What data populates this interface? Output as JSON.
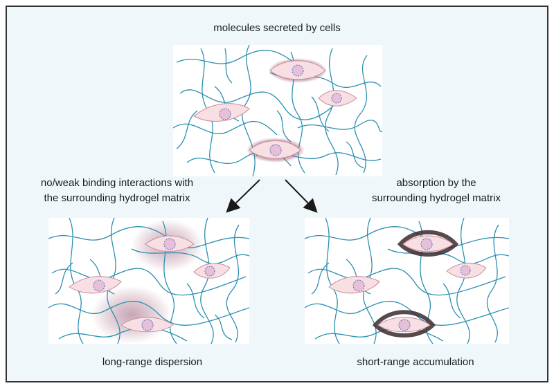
{
  "captions": {
    "top": "molecules secreted by cells",
    "left_line1": "no/weak binding interactions with",
    "left_line2": "the surrounding hydrogel matrix",
    "right_line1": "absorption by the",
    "right_line2": "surrounding hydrogel matrix",
    "bottom_left": "long-range dispersion",
    "bottom_right": "short-range accumulation"
  },
  "colors": {
    "frame_border": "#333333",
    "background": "#f0f7fb",
    "fiber": "#2a8fb0",
    "cell_fill": "#f7dfe4",
    "cell_edge": "#c98b97",
    "nucleus_fill": "#e7bfd6",
    "nucleus_edge": "#5a6fc0",
    "secreted_halo": "#9c5a78",
    "bound_ring": "#3b2a2d",
    "arrow": "#1a1a1a"
  }
}
